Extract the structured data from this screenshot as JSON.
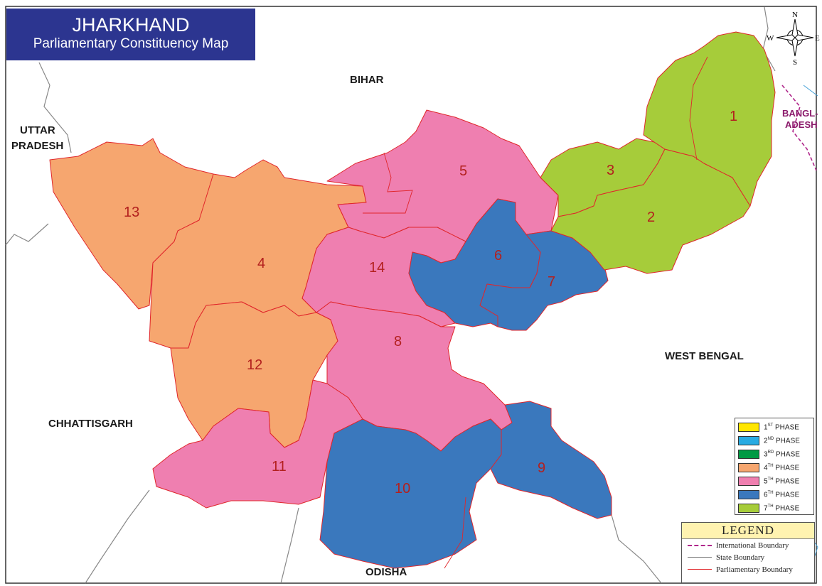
{
  "title": {
    "main": "JHARKHAND",
    "subtitle": "Parliamentary Constituency Map"
  },
  "neighbors": {
    "bihar": "BIHAR",
    "uttar_pradesh_1": "UTTAR",
    "uttar_pradesh_2": "PRADESH",
    "west_bengal": "WEST BENGAL",
    "chhattisgarh": "CHHATTISGARH",
    "odisha": "ODISHA",
    "bangladesh_1": "BANGL-",
    "bangladesh_2": "ADESH"
  },
  "compass": {
    "n": "N",
    "s": "S",
    "e": "E",
    "w": "W"
  },
  "colors": {
    "phase_1": "#ffe600",
    "phase_2": "#29abe2",
    "phase_3": "#009a44",
    "phase_4": "#f6a66f",
    "phase_5": "#ef7fb0",
    "phase_6": "#3a78bd",
    "phase_7": "#a6cc3a",
    "constituency_boundary": "#e0262b",
    "state_boundary": "#777777",
    "international_boundary": "#b0278b"
  },
  "constituencies": [
    {
      "number": "1",
      "phase": 7
    },
    {
      "number": "2",
      "phase": 7
    },
    {
      "number": "3",
      "phase": 7
    },
    {
      "number": "4",
      "phase": 4
    },
    {
      "number": "5",
      "phase": 5
    },
    {
      "number": "6",
      "phase": 6
    },
    {
      "number": "7",
      "phase": 6
    },
    {
      "number": "8",
      "phase": 5
    },
    {
      "number": "9",
      "phase": 6
    },
    {
      "number": "10",
      "phase": 6
    },
    {
      "number": "11",
      "phase": 5
    },
    {
      "number": "12",
      "phase": 4
    },
    {
      "number": "13",
      "phase": 4
    },
    {
      "number": "14",
      "phase": 5
    }
  ],
  "phase_legend": [
    {
      "num": "1",
      "sup": "ST",
      "word": "PHASE"
    },
    {
      "num": "2",
      "sup": "ND",
      "word": "PHASE"
    },
    {
      "num": "3",
      "sup": "RD",
      "word": "PHASE"
    },
    {
      "num": "4",
      "sup": "TH",
      "word": "PHASE"
    },
    {
      "num": "5",
      "sup": "TH",
      "word": "PHASE"
    },
    {
      "num": "6",
      "sup": "TH",
      "word": "PHASE"
    },
    {
      "num": "7",
      "sup": "TH",
      "word": "PHASE"
    }
  ],
  "legend": {
    "title": "LEGEND",
    "items": [
      {
        "label": "International Boundary",
        "icon": "dashed-magenta-line"
      },
      {
        "label": "State Boundary",
        "icon": "grey-line"
      },
      {
        "label": "Parliamentary Boundary",
        "icon": "red-line"
      }
    ]
  }
}
